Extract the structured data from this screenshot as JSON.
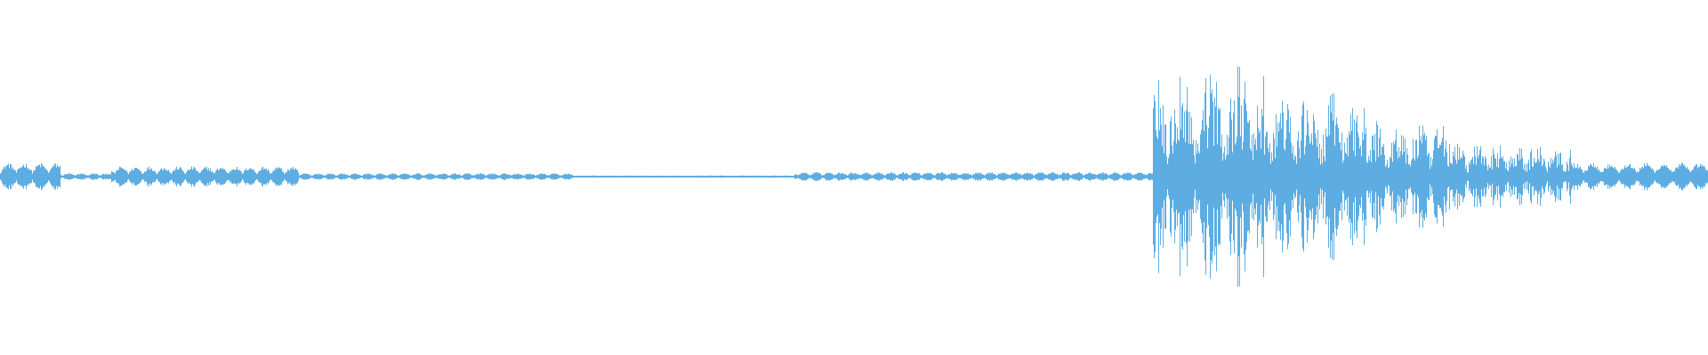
{
  "waveform": {
    "color": "#5DADE2",
    "background": "#FFFFFF",
    "segments": [
      {
        "from": 0.0,
        "to": 0.035,
        "amplitude": 0.12,
        "pulse_rate": 9
      },
      {
        "from": 0.035,
        "to": 0.065,
        "amplitude": 0.03,
        "pulse_rate": 7
      },
      {
        "from": 0.065,
        "to": 0.175,
        "amplitude": 0.09,
        "pulse_rate": 8
      },
      {
        "from": 0.175,
        "to": 0.335,
        "amplitude": 0.03,
        "pulse_rate": 7
      },
      {
        "from": 0.335,
        "to": 0.465,
        "amplitude": 0.01,
        "pulse_rate": 6
      },
      {
        "from": 0.465,
        "to": 0.675,
        "amplitude": 0.04,
        "pulse_rate": 7
      },
      {
        "from": 0.675,
        "to": 0.74,
        "amplitude": 0.95,
        "pulse_rate": 16
      },
      {
        "from": 0.74,
        "to": 0.8,
        "amplitude": 0.72,
        "pulse_rate": 14
      },
      {
        "from": 0.8,
        "to": 0.85,
        "amplitude": 0.48,
        "pulse_rate": 12
      },
      {
        "from": 0.85,
        "to": 0.92,
        "amplitude": 0.3,
        "pulse_rate": 11
      },
      {
        "from": 0.92,
        "to": 1.0,
        "amplitude": 0.12,
        "pulse_rate": 10
      }
    ]
  }
}
